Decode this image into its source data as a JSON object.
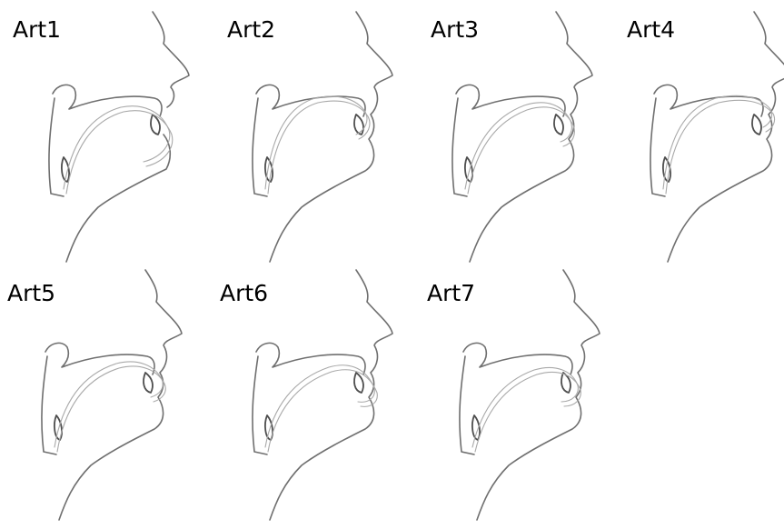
{
  "panels": [
    {
      "label": "Art1",
      "tongue": "low-front",
      "lips": "open"
    },
    {
      "label": "Art2",
      "tongue": "high-back",
      "lips": "closed"
    },
    {
      "label": "Art3",
      "tongue": "mid",
      "lips": "closed"
    },
    {
      "label": "Art4",
      "tongue": "high",
      "lips": "closed"
    },
    {
      "label": "Art5",
      "tongue": "mid-front",
      "lips": "closed"
    },
    {
      "label": "Art6",
      "tongue": "front",
      "lips": "closed"
    },
    {
      "label": "Art7",
      "tongue": "low",
      "lips": "closed"
    }
  ],
  "colors": {
    "outline": "#6f6f6f",
    "soft": "#a9a9a9",
    "dark": "#4e4e4e",
    "text": "#000000"
  }
}
